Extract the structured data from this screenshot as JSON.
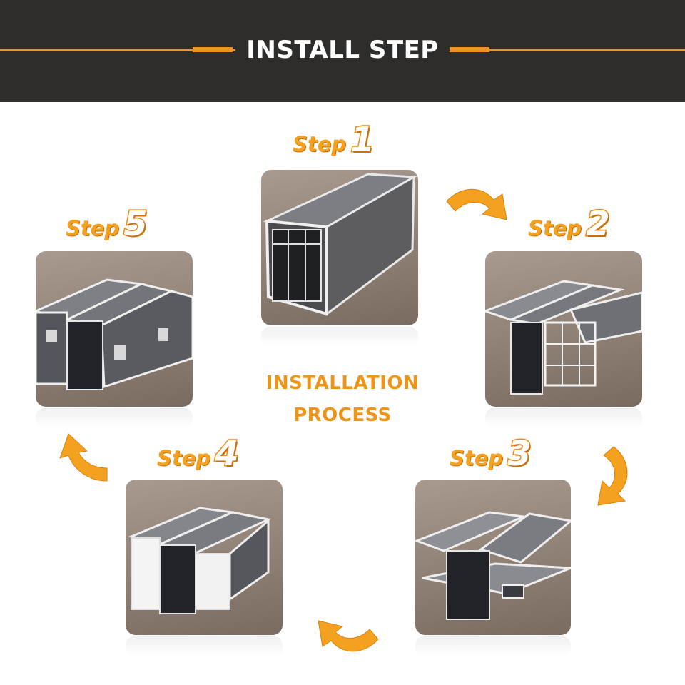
{
  "header": {
    "title": "INSTALL STEP"
  },
  "steps": [
    {
      "word": "Step",
      "number": "1"
    },
    {
      "word": "Step",
      "number": "2"
    },
    {
      "word": "Step",
      "number": "3"
    },
    {
      "word": "Step",
      "number": "4"
    },
    {
      "word": "Step",
      "number": "5"
    }
  ],
  "center": {
    "line1": "INSTALLATION",
    "line2": "PROCESS"
  },
  "colors": {
    "header_bg": "#2e2d2b",
    "accent": "#f0901e",
    "step_orange": "#f3a11e"
  },
  "icons": [
    "curved-arrow-icon"
  ]
}
